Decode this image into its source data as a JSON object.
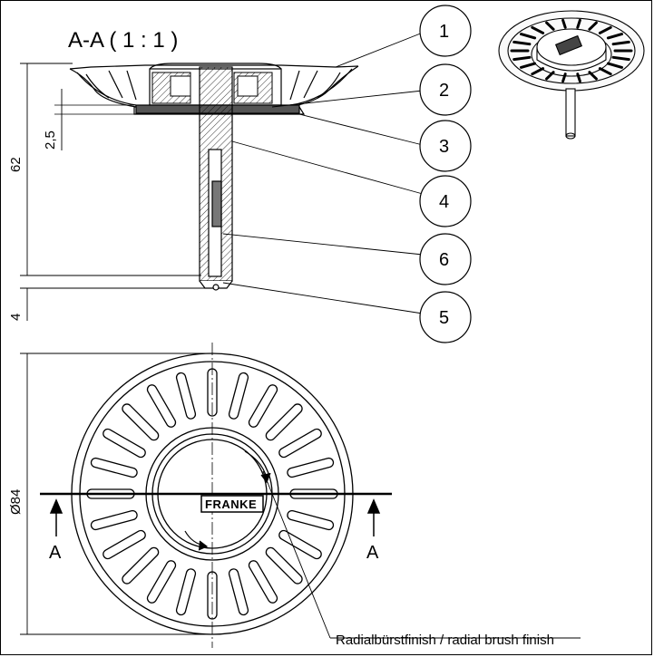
{
  "section_title": "A-A  ( 1 : 1 )",
  "dimensions": {
    "height": "62",
    "step": "2,5",
    "pin": "4",
    "diameter": "Ø84"
  },
  "callouts": [
    "1",
    "2",
    "3",
    "4",
    "6",
    "5"
  ],
  "section_marks": {
    "left": "A",
    "right": "A"
  },
  "brand_text": "FRANKE",
  "finish_note": "Radialbürstfinish / radial brush finish"
}
